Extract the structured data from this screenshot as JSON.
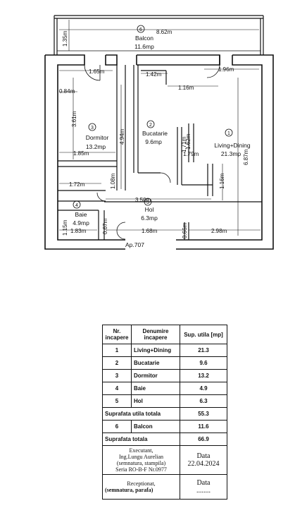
{
  "plan": {
    "rooms": [
      {
        "number": "1",
        "name": "Living+Dining",
        "area": "21.3mp"
      },
      {
        "number": "2",
        "name": "Bucatarie",
        "area": "9.6mp"
      },
      {
        "number": "3",
        "name": "Dormitor",
        "area": "13.2mp"
      },
      {
        "number": "4",
        "name": "Baie",
        "area": "4.9mp"
      },
      {
        "number": "5",
        "name": "Hol",
        "area": "6.3mp"
      },
      {
        "number": "6",
        "name": "Balcon",
        "area": "11.6mp"
      }
    ],
    "dimensions": {
      "balcony_width": "8.62m",
      "balcony_depth": "1.35m",
      "bedroom_door_offset": "1.65m",
      "kitchen_top": "1.42m",
      "living_top": "1.96m",
      "kitchen_inner": "1.16m",
      "bedroom_pier": "0.84m",
      "bedroom_depth": "3.61m",
      "corridor_length": "4.94m",
      "bedroom_width": "1.85m",
      "kitchen_small_a": "1.71m",
      "kitchen_small_b": "1.62m",
      "kitchen_width": "1.79m",
      "living_depth": "6.87m",
      "living_lower": "1.16m",
      "bath_width": "1.72m",
      "hall_gap": "1.08m",
      "hall_width": "3.50m",
      "bath_depth": "1.15m",
      "bath_lower": "1.83m",
      "bath_door": "0.67m",
      "hall_lower": "1.68m",
      "living_bottom_pier": "0.66m",
      "living_bottom": "2.98m"
    },
    "apartment": "Ap.707"
  },
  "table": {
    "headers": {
      "nr": "Nr. incapere",
      "name": "Denumire incapere",
      "area": "Sup. utila [mp]"
    },
    "rows": [
      {
        "nr": "1",
        "name": "Living+Dining",
        "area": "21.3"
      },
      {
        "nr": "2",
        "name": "Bucatarie",
        "area": "9.6"
      },
      {
        "nr": "3",
        "name": "Dormitor",
        "area": "13.2"
      },
      {
        "nr": "4",
        "name": "Baie",
        "area": "4.9"
      },
      {
        "nr": "5",
        "name": "Hol",
        "area": "6.3"
      }
    ],
    "useful_total_label": "Suprafata utila totala",
    "useful_total": "55.3",
    "balcony_row": {
      "nr": "6",
      "name": "Balcon",
      "area": "11.6"
    },
    "total_label": "Suprafata totala",
    "total": "66.9",
    "executed_by": [
      "Executant,",
      "Ing.Lungu Aurelian",
      "(semnatura, stampila)",
      "Seria RO-B-F Nr.0977"
    ],
    "date_label": "Data",
    "date_value": "22.04.2024",
    "received_by": [
      "Receptionat,",
      "(semnatura, parafa)"
    ],
    "received_date_label": "Data",
    "received_date_value": "........"
  }
}
